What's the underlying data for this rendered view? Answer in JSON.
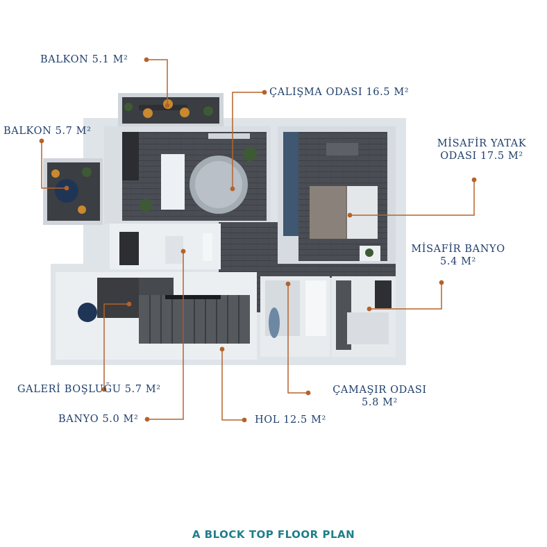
{
  "title": "A BLOCK TOP FLOOR PLAN",
  "colors": {
    "label_text": "#1f3f6b",
    "leader_line": "#b5622a",
    "title_text": "#1f7f8a",
    "wall": "#e6eaee",
    "floor_dark": "#4b4f55"
  },
  "rooms": [
    {
      "id": "balkon-1",
      "name": "BALKON 5.1 M²"
    },
    {
      "id": "calisma",
      "name": "ÇALIŞMA ODASI 16.5 M²"
    },
    {
      "id": "balkon-2",
      "name": "BALKON 5.7 M²"
    },
    {
      "id": "misafir-yatak",
      "line1": "MİSAFİR YATAK",
      "line2": "ODASI 17.5 M²"
    },
    {
      "id": "misafir-banyo",
      "line1": "MİSAFİR BANYO",
      "line2": "5.4 M²"
    },
    {
      "id": "galeri",
      "name": "GALERİ BOŞLUĞU 5.7 M²"
    },
    {
      "id": "camasir",
      "line1": "ÇAMAŞIR ODASI",
      "line2": "5.8 M²"
    },
    {
      "id": "banyo",
      "name": "BANYO 5.0 M²"
    },
    {
      "id": "hol",
      "name": "HOL 12.5 M²"
    }
  ]
}
